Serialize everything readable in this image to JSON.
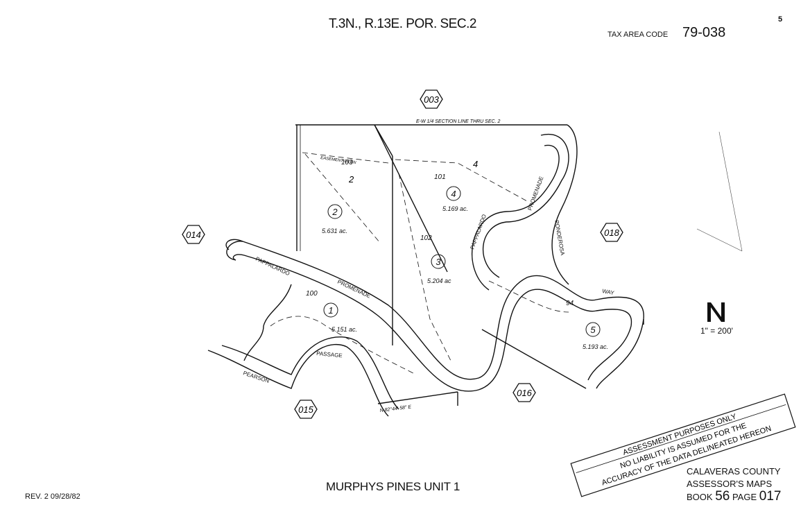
{
  "header": {
    "title": "T.3N., R.13E. POR. SEC.2",
    "tax_area_label": "TAX AREA CODE",
    "tax_area_code": "79-038",
    "page_corner": "5"
  },
  "footer": {
    "subdivision": "MURPHYS PINES UNIT 1",
    "revision": "REV.   2 09/28/82",
    "county_line1": "CALAVERAS COUNTY",
    "county_line2": "ASSESSOR'S MAPS",
    "book_label": "BOOK",
    "book_number": "56",
    "page_label": "PAGE",
    "page_number": "017"
  },
  "disclaimer": {
    "line1": "ASSESSMENT PURPOSES ONLY",
    "line2": "NO LIABILITY IS ASSUMED FOR THE",
    "line3": "ACCURACY OF THE DATA DELINEATED HEREON"
  },
  "scale": {
    "text": "1\" = 200'"
  },
  "adjacent_pages": [
    "003",
    "014",
    "018",
    "015",
    "016"
  ],
  "section_line": "E-W 1/4 SECTION LINE THRU SEC. 2",
  "roads": {
    "pappalardo_1": "PAPPALARDO",
    "promenade_1": "PROMENADE",
    "pappalardo_2": "PAPPALARDO",
    "promenade_2": "PROMENADE",
    "ponderosa": "PONDEROSA",
    "way": "WAY",
    "passage": "PASSAGE",
    "pearson": "PEARSON"
  },
  "lots": [
    {
      "number": "1",
      "acres": "5.151 ac.",
      "parcel": "100"
    },
    {
      "number": "2",
      "acres": "5.631 ac.",
      "parcel": "103"
    },
    {
      "number": "3",
      "acres": "5.204 ac",
      "parcel": "102"
    },
    {
      "number": "4",
      "acres": "5.169 ac.",
      "parcel": "101"
    },
    {
      "number": "5",
      "acres": "5.193 ac.",
      "parcel": "94"
    }
  ],
  "block_numbers": {
    "two": "2",
    "four": "4"
  },
  "easement": "EASEMENT DEDN",
  "bearing_bottom": "N 82°44' 58\" E",
  "colors": {
    "ink": "#111111",
    "paper": "#ffffff"
  },
  "icons": {
    "north_arrow": "north-arrow-icon"
  }
}
